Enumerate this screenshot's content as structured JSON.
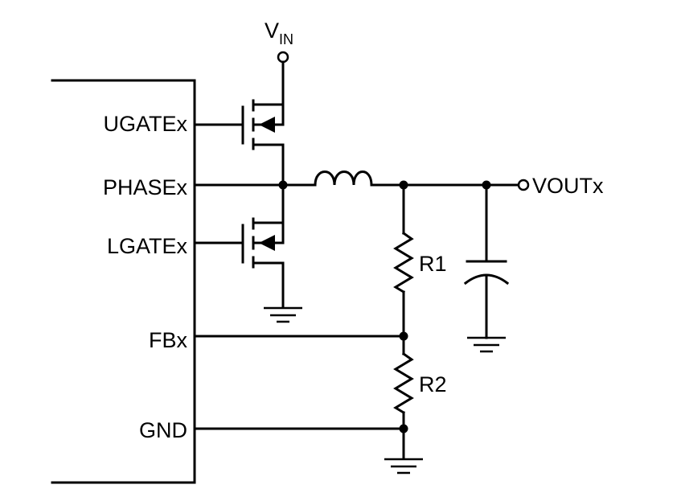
{
  "vin": {
    "main": "V",
    "sub": "IN"
  },
  "pins": {
    "ugate": "UGATEx",
    "phase": "PHASEx",
    "lgate": "LGATEx",
    "fb": "FBx",
    "gnd": "GND"
  },
  "output": "VOUTx",
  "resistors": {
    "r1": "R1",
    "r2": "R2"
  }
}
